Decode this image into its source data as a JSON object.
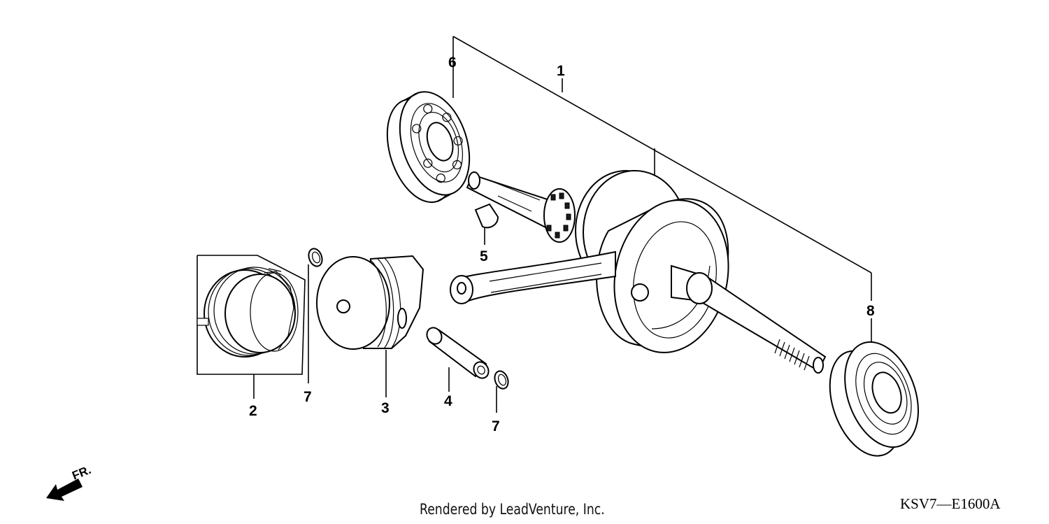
{
  "diagram": {
    "code": "KSV7—E1600A",
    "credit": "Rendered by LeadVenture, Inc.",
    "direction_label": "FR.",
    "callouts": {
      "crankshaft": "1",
      "piston_ring_set": "2",
      "piston": "3",
      "piston_pin": "4",
      "woodruff_key": "5",
      "bearing_left": "6",
      "piston_pin_clip_a": "7",
      "piston_pin_clip_b": "7",
      "bearing_right": "8"
    }
  }
}
